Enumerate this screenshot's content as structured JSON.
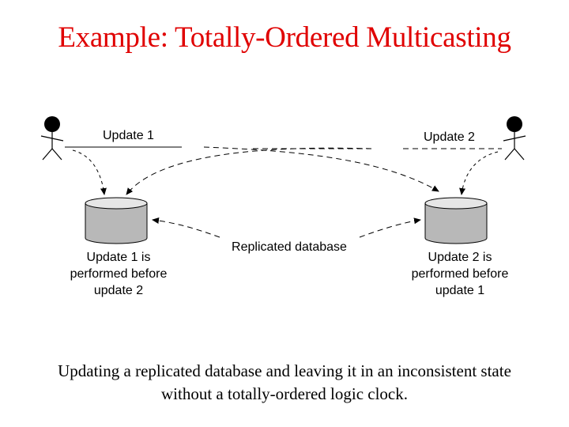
{
  "title": "Example: Totally-Ordered Multicasting",
  "labels": {
    "update1": "Update 1",
    "update2": "Update 2",
    "replicated_db": "Replicated database",
    "left_state": [
      "Update 1 is",
      "performed before",
      "update 2"
    ],
    "right_state": [
      "Update 2 is",
      "performed before",
      "update 1"
    ]
  },
  "caption": {
    "line1": "Updating a replicated database and leaving it in an inconsistent state",
    "line2": "without a totally-ordered logic clock."
  },
  "colors": {
    "title": "#e00000",
    "db_body": "#b8b8b8",
    "db_top": "#e6e6e6"
  }
}
